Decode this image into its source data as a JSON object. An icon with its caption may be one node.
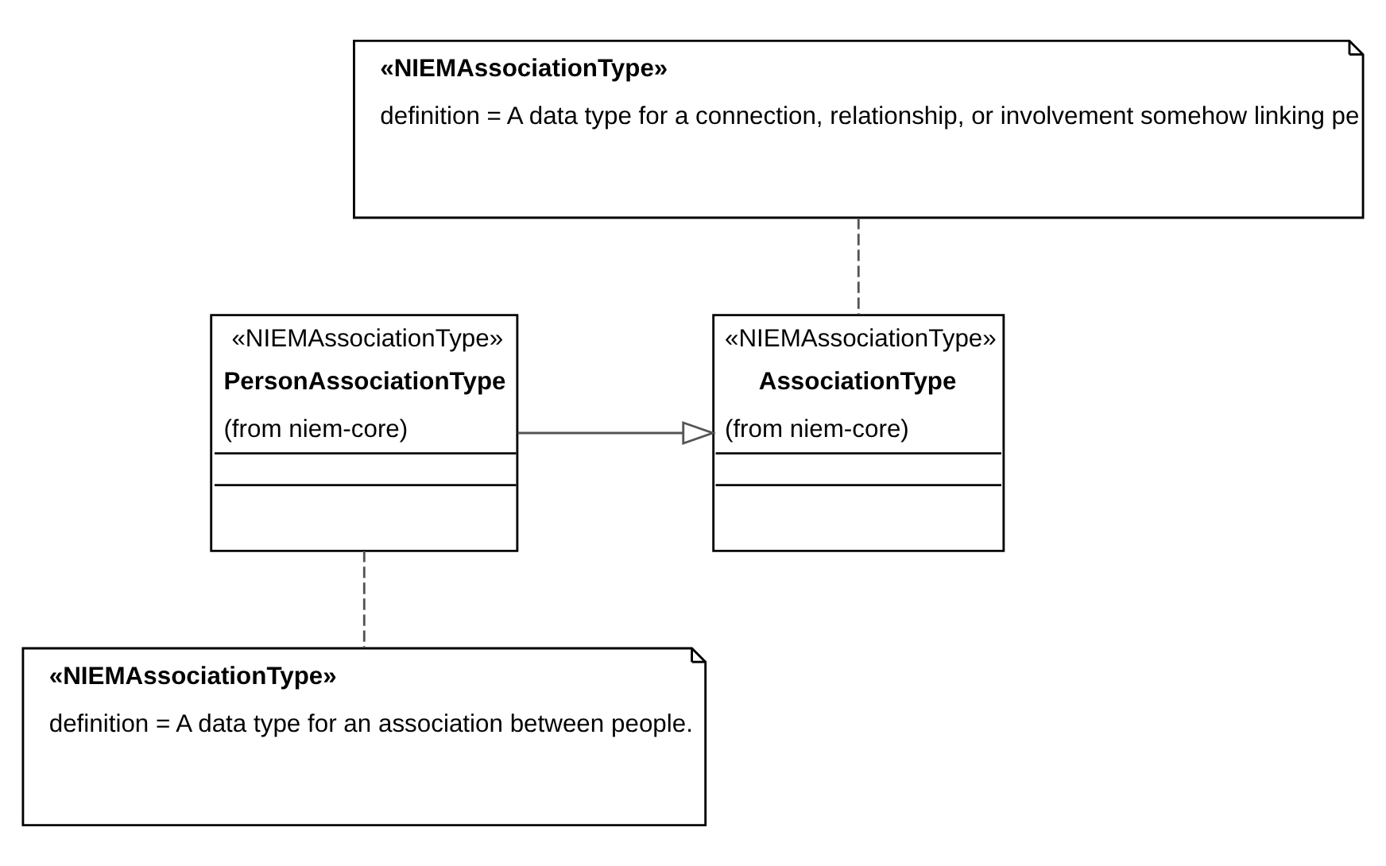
{
  "diagram": {
    "nodes": [
      {
        "text": [
          "«NIEMAssociationType»",
          "definition = A data type for a connection, relationship, or involvement somehow linking pe"
        ]
      },
      {
        "text": [
          "«NIEMAssociationType»",
          "AssociationType",
          "(from niem-core)"
        ]
      },
      {
        "text": [
          "«NIEMAssociationType»",
          "PersonAssociationType",
          "(from niem-core)"
        ]
      },
      {
        "text": [
          "«NIEMAssociationType»",
          "definition = A data type for an association between people."
        ]
      }
    ],
    "edges": [
      {
        "from": 0,
        "to": 1,
        "arrow": "none",
        "style": "dashed"
      },
      {
        "from": 2,
        "to": 1,
        "arrow": "to"
      },
      {
        "from": 3,
        "to": 2,
        "arrow": "none",
        "style": "dashed"
      }
    ]
  }
}
